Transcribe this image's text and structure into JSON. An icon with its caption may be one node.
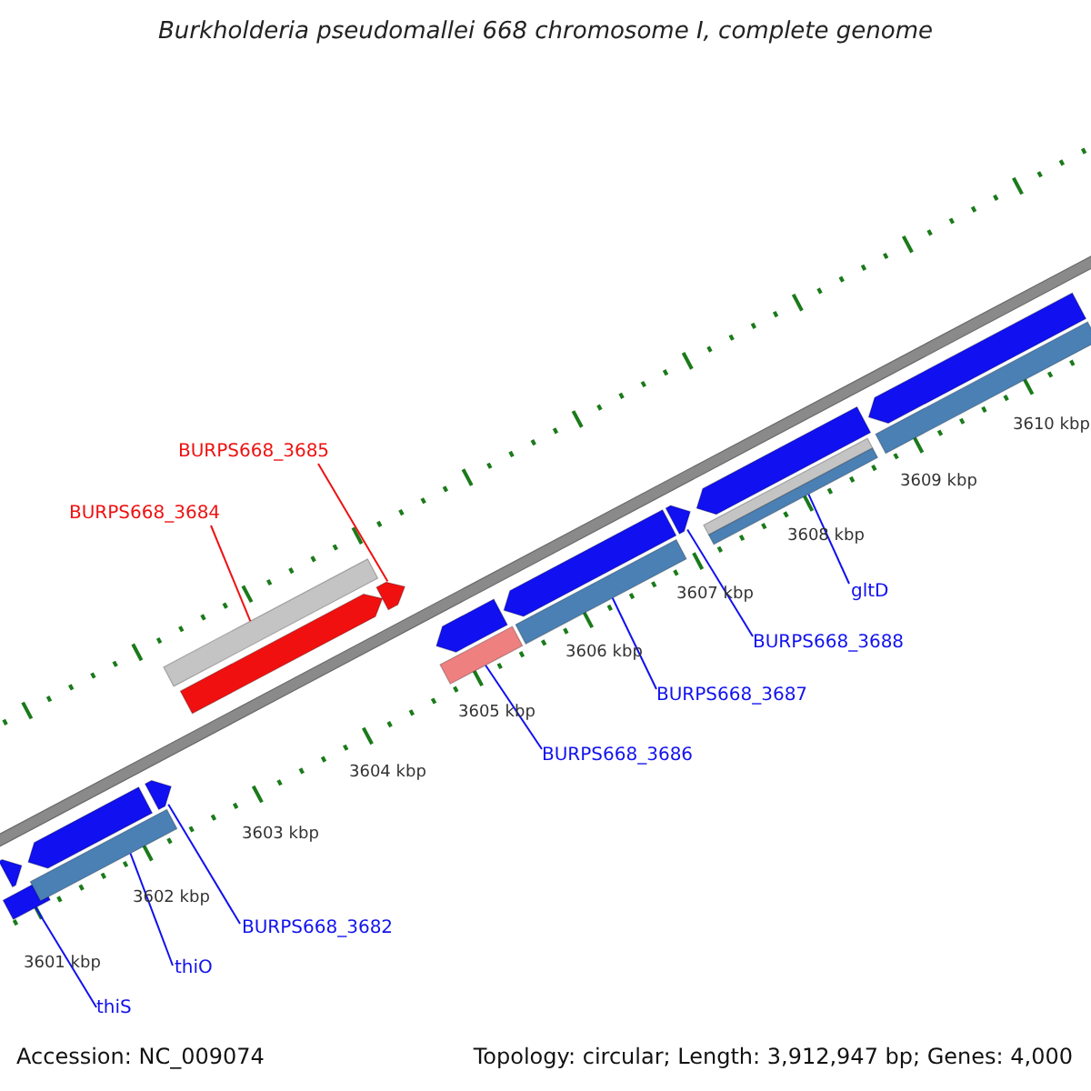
{
  "diagram": {
    "title": "Burkholderia pseudomallei 668 chromosome I, complete genome",
    "nodes": [
      {
        "text": [
          "BURPS668_3685"
        ]
      },
      {
        "text": [
          "BURPS668_3684"
        ]
      },
      {
        "text": [
          "gltD"
        ]
      },
      {
        "text": [
          "BURPS668_3688"
        ]
      },
      {
        "text": [
          "BURPS668_3687"
        ]
      },
      {
        "text": [
          "BURPS668_3686"
        ]
      },
      {
        "text": [
          "BURPS668_3682"
        ]
      },
      {
        "text": [
          "thiO"
        ]
      },
      {
        "text": [
          "thiS"
        ]
      },
      {
        "text": [],
        "shape": "arrow"
      },
      {
        "text": [],
        "shape": "bar"
      },
      {
        "text": [],
        "shape": "arrow"
      },
      {
        "text": [],
        "shape": "bar"
      },
      {
        "text": [],
        "shape": "arrow"
      },
      {
        "text": [],
        "shape": "bar"
      },
      {
        "text": [],
        "shape": "arrow"
      },
      {
        "text": [],
        "shape": "arrow"
      },
      {
        "text": [],
        "shape": "arrow"
      },
      {
        "text": [],
        "shape": "bar"
      },
      {
        "text": [],
        "shape": "arrow"
      },
      {
        "text": [],
        "shape": "bar"
      },
      {
        "text": [],
        "shape": "arrow"
      },
      {
        "text": [],
        "shape": "arrow"
      },
      {
        "text": [],
        "shape": "bar"
      },
      {
        "text": [],
        "shape": "bar"
      },
      {
        "text": [],
        "shape": "arrow"
      },
      {
        "text": [],
        "shape": "bar"
      }
    ],
    "edges": [
      {
        "from": 0,
        "to": 16,
        "arrow": "none",
        "color": "#ee1111"
      },
      {
        "from": 1,
        "to": 14,
        "arrow": "none",
        "color": "#ee1111"
      },
      {
        "from": 2,
        "to": 24,
        "arrow": "none"
      },
      {
        "from": 3,
        "to": 21,
        "arrow": "none"
      },
      {
        "from": 4,
        "to": 20,
        "arrow": "none"
      },
      {
        "from": 5,
        "to": 18,
        "arrow": "none"
      },
      {
        "from": 6,
        "to": 13,
        "arrow": "none"
      },
      {
        "from": 7,
        "to": 12,
        "arrow": "none"
      },
      {
        "from": 8,
        "to": 10,
        "arrow": "none"
      }
    ],
    "labels": [
      "3610 kbp",
      "3609 kbp",
      "3608 kbp",
      "3607 kbp",
      "3606 kbp",
      "3605 kbp",
      "3604 kbp",
      "3603 kbp",
      "3602 kbp",
      "3601 kbp",
      "Accession: NC_009074",
      "Topology: circular; Length: 3,912,947 bp; Genes: 4,000"
    ]
  }
}
